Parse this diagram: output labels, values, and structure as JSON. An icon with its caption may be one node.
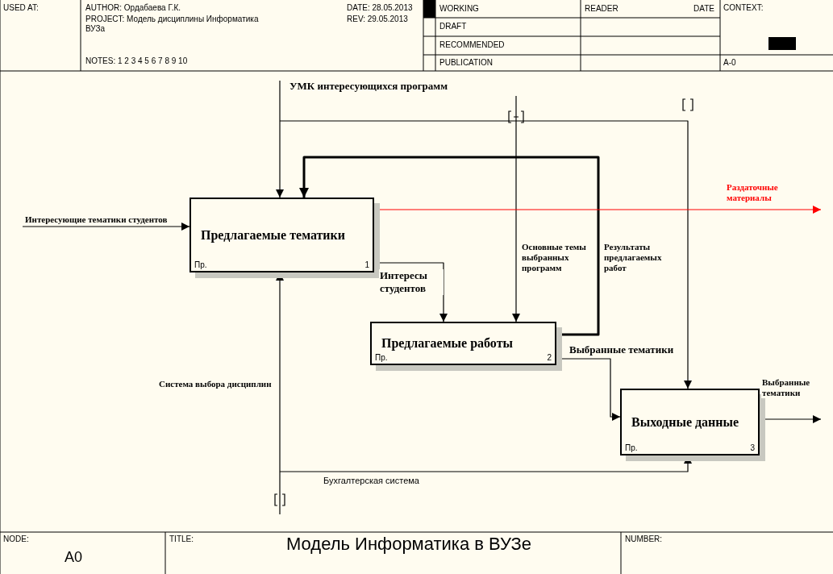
{
  "diagram": {
    "title": "Модель Информатика в ВУЗе",
    "nodes": [
      {
        "text": [
          "Предлагаемые тематики",
          "Пр.",
          "1"
        ]
      },
      {
        "text": [
          "Предлагаемые работы",
          "Пр.",
          "2"
        ]
      },
      {
        "text": [
          "Выходные данные",
          "Пр.",
          "3"
        ]
      }
    ],
    "edges": [
      {
        "from": null,
        "to": 0,
        "arrow": "to",
        "label": "Интересующие тематики студентов"
      },
      {
        "from": null,
        "to": 0,
        "arrow": "to",
        "label": "УМК интересующихся программ"
      },
      {
        "from": null,
        "to": 2,
        "arrow": "to"
      },
      {
        "from": null,
        "to": 1,
        "arrow": "to",
        "label": "Основные темы выбранных программ"
      },
      {
        "from": 1,
        "to": 0,
        "arrow": "to",
        "label": "Результаты предлагаемых работ",
        "style": "thick"
      },
      {
        "from": 0,
        "to": null,
        "arrow": "to",
        "label": "Раздаточные материалы",
        "color": "#ff0000"
      },
      {
        "from": 0,
        "to": 1,
        "arrow": "to",
        "label": "Интересы студентов"
      },
      {
        "from": 1,
        "to": 2,
        "arrow": "to",
        "label": "Выбранные тематики"
      },
      {
        "from": 2,
        "to": null,
        "arrow": "to",
        "label": "Выбранные тематики"
      },
      {
        "from": null,
        "to": 0,
        "arrow": "to",
        "label": "Система выбора дисциплин"
      },
      {
        "from": null,
        "to": 2,
        "arrow": "to",
        "label": "Бухгалтерская система"
      }
    ],
    "labels": [
      "USED AT:",
      "AUTHOR: Ордабаева Г.К.",
      "DATE: 28.05.2013",
      "WORKING",
      "READER",
      "DATE",
      "CONTEXT:",
      "PROJECT: Модель дисциплины Информатика ВУЗа",
      "REV: 29.05.2013",
      "DRAFT",
      "RECOMMENDED",
      "NOTES: 1 2 3 4 5 6 7 8 9 10",
      "PUBLICATION",
      "A-0",
      "NODE:",
      "A0",
      "TITLE:",
      "NUMBER:"
    ]
  }
}
